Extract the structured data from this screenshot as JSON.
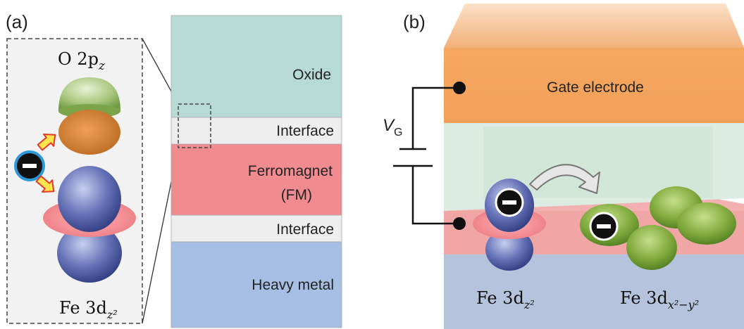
{
  "panel_a": {
    "tag": "(a)",
    "orbital_top": {
      "main": "O 2p",
      "sub": "z"
    },
    "orbital_bottom": {
      "main": "Fe 3d",
      "sub": "z²"
    },
    "electron_symbol": "−",
    "layers": [
      {
        "label": "Oxide",
        "color": "#b7dbd4"
      },
      {
        "label": "Interface",
        "color": "#eeeeee"
      },
      {
        "label": "Ferromagnet",
        "label2": "(FM)",
        "color": "#f08c8f"
      },
      {
        "label": "Interface",
        "color": "#eeeeee"
      },
      {
        "label": "Heavy metal",
        "color": "#a7bfe4"
      }
    ]
  },
  "panel_b": {
    "tag": "(b)",
    "gate_label": "Gate electrode",
    "voltage_label": {
      "main": "V",
      "sub": "G"
    },
    "orbital_left": {
      "main": "Fe 3d",
      "sub": "z²"
    },
    "orbital_right": {
      "main": "Fe 3d",
      "sub": "x²−y²"
    },
    "electron_symbol": "−"
  }
}
